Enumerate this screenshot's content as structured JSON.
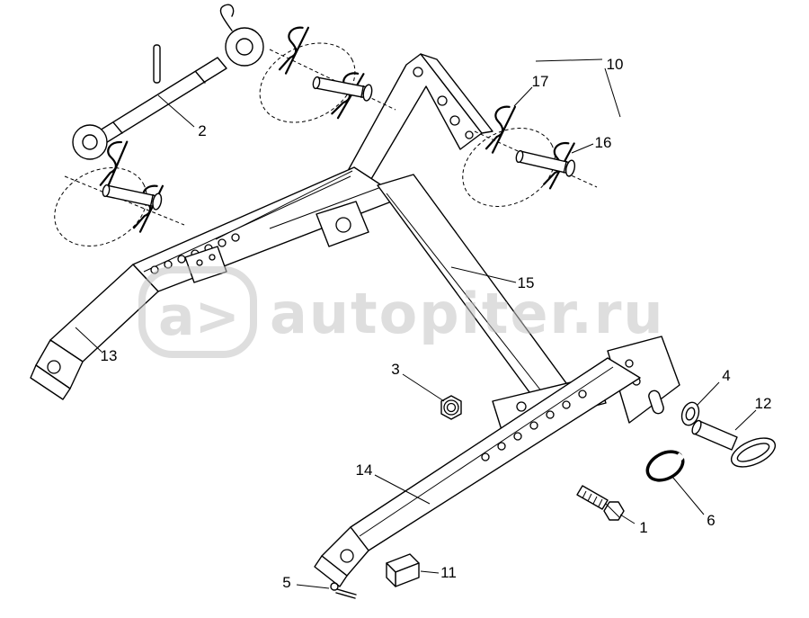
{
  "watermark": {
    "logo": "a>",
    "text": "autopiter.ru",
    "color": "#c4c4c4"
  },
  "callouts": [
    {
      "label": "2"
    },
    {
      "label": "10"
    },
    {
      "label": "17"
    },
    {
      "label": "16"
    },
    {
      "label": "15"
    },
    {
      "label": "13"
    },
    {
      "label": "3"
    },
    {
      "label": "4"
    },
    {
      "label": "12"
    },
    {
      "label": "14"
    },
    {
      "label": "1"
    },
    {
      "label": "6"
    },
    {
      "label": "5"
    },
    {
      "label": "11"
    }
  ]
}
